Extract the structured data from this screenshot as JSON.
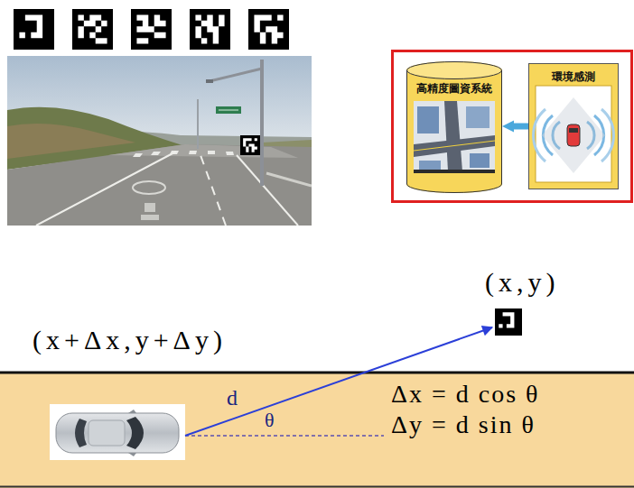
{
  "diagram": {
    "nodes": [
      {
        "text": [
          "高精度圖資系統"
        ]
      },
      {
        "text": [
          "環境感測"
        ]
      }
    ],
    "edges": [
      {
        "from": 1,
        "to": 0,
        "arrow": "to"
      }
    ],
    "labels": [
      "(x,y)",
      "(x+Δx,y+Δy)",
      "d",
      "θ",
      "Δx = d cos θ",
      "Δy = d sin θ"
    ]
  }
}
